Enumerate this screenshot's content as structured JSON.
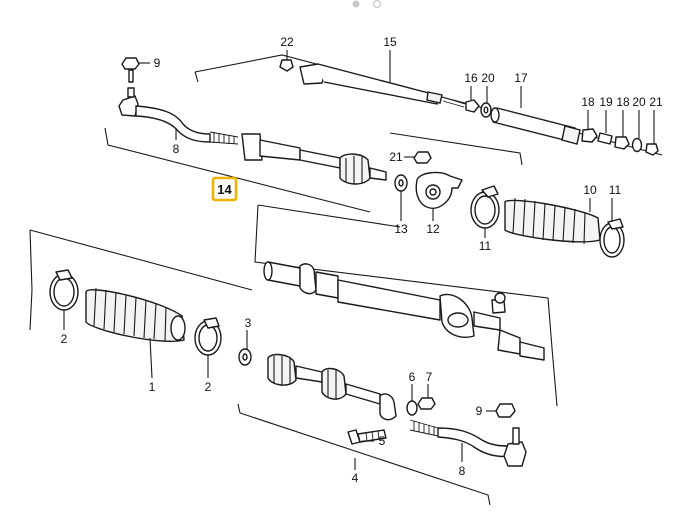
{
  "diagram": {
    "callouts": {
      "c22": "22",
      "c15": "15",
      "c9a": "9",
      "c16": "16",
      "c20a": "20",
      "c17": "17",
      "c18a": "18",
      "c19": "19",
      "c18b": "18",
      "c20b": "20",
      "c21a": "21",
      "c8a": "8",
      "c21b": "21",
      "c14": "14",
      "c13": "13",
      "c12": "12",
      "c11a": "11",
      "c10": "10",
      "c11b": "11",
      "c2a": "2",
      "c1": "1",
      "c2b": "2",
      "c3": "3",
      "c6": "6",
      "c7": "7",
      "c9b": "9",
      "c5": "5",
      "c4": "4",
      "c8b": "8"
    },
    "highlight_color": "#f0b400"
  }
}
